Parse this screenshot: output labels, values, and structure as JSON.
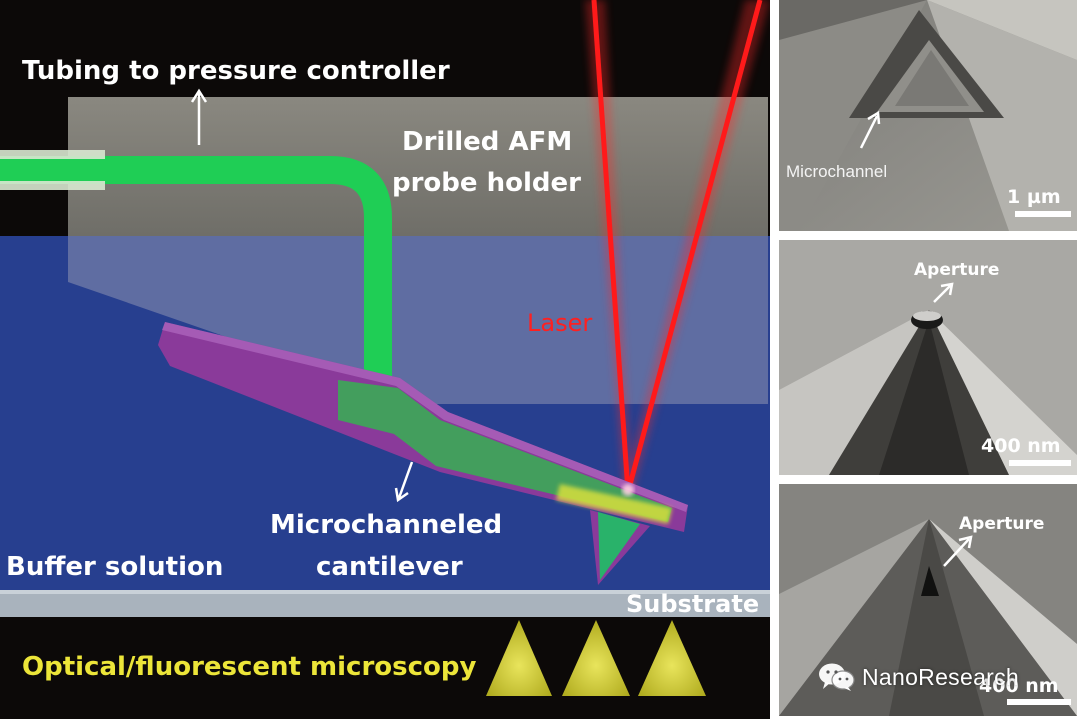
{
  "schematic": {
    "labels": {
      "tubing": "Tubing to pressure controller",
      "holder_line1": "Drilled AFM",
      "holder_line2": "probe holder",
      "laser": "Laser",
      "cantilever_line1": "Microchanneled",
      "cantilever_line2": "cantilever",
      "buffer": "Buffer solution",
      "substrate": "Substrate",
      "microscopy": "Optical/fluorescent microscopy"
    },
    "colors": {
      "background": "#0c0908",
      "buffer_blue": "#273f8f",
      "holder_gray": "#7b7a72",
      "tubing_green": "#1fce55",
      "cantilever_purple": "#8a3a9a",
      "laser_red": "#ff1a1a",
      "microscopy_yellow": "#e9e43a",
      "label_white": "#ffffff"
    }
  },
  "sem_images": [
    {
      "label": "Microchannel",
      "scale": "1 µm"
    },
    {
      "label": "Aperture",
      "scale": "400 nm"
    },
    {
      "label": "Aperture",
      "scale": "400 nm"
    }
  ],
  "watermark": {
    "text": "NanoResearch",
    "icon": "wechat-icon"
  }
}
